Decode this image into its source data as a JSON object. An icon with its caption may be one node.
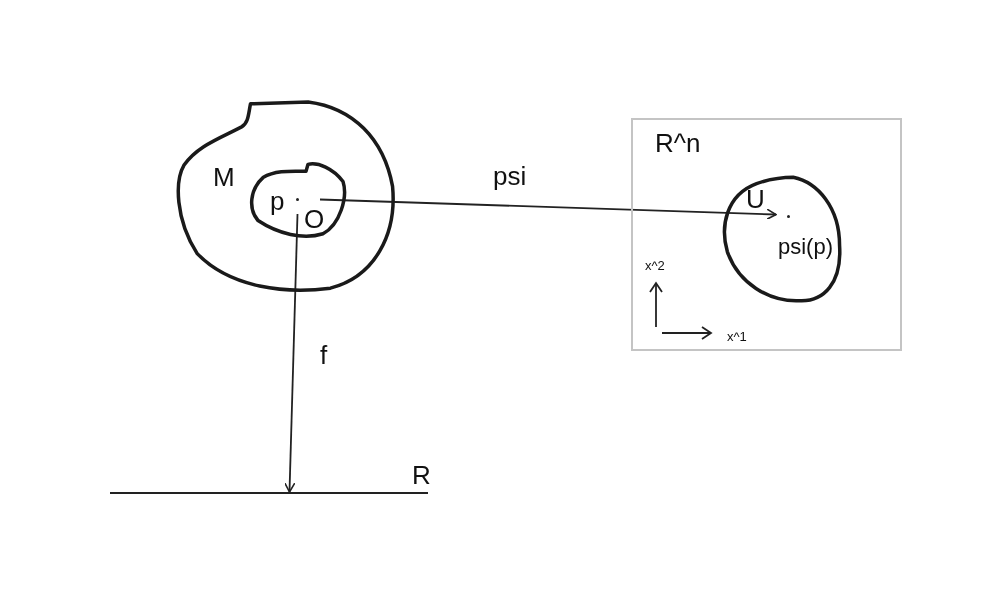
{
  "diagram": {
    "nodes": [
      {
        "text": [
          "M"
        ]
      },
      {
        "text": [
          "O"
        ],
        "in": 0
      },
      {
        "text": [
          "p"
        ],
        "in": 1
      },
      {
        "text": [
          "R^n"
        ]
      },
      {
        "text": [
          "U"
        ],
        "in": 3
      },
      {
        "text": [
          "psi(p)"
        ],
        "in": 4
      },
      {
        "text": [
          "R"
        ]
      }
    ],
    "edges": [
      {
        "from": 2,
        "to": 5,
        "arrow": "to",
        "label": "psi"
      },
      {
        "from": 2,
        "to": 6,
        "arrow": "to",
        "label": "f"
      }
    ],
    "labels": [
      "x^2",
      "x^1"
    ]
  }
}
